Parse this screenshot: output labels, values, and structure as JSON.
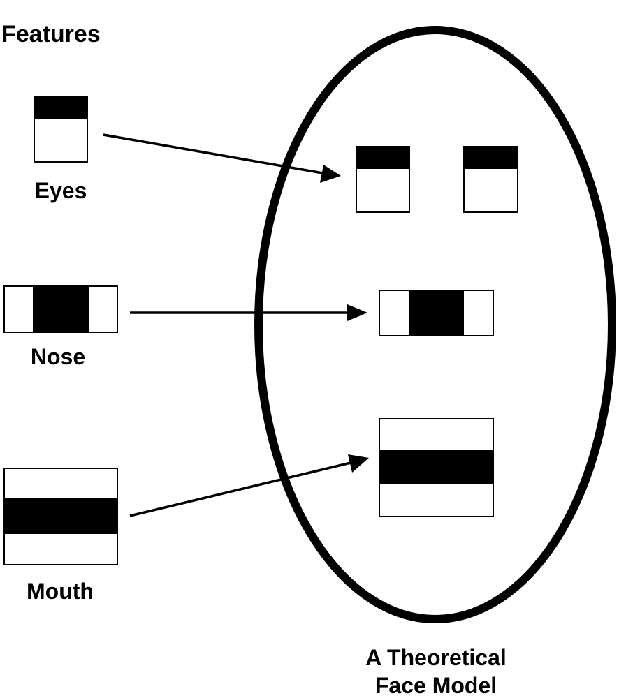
{
  "colors": {
    "ink": "#000000",
    "paper": "#ffffff"
  },
  "heading": "Features",
  "features": [
    {
      "key": "eyes",
      "label": "Eyes"
    },
    {
      "key": "nose",
      "label": "Nose"
    },
    {
      "key": "mouth",
      "label": "Mouth"
    }
  ],
  "model": {
    "caption_line1": "A Theoretical",
    "caption_line2": "Face Model"
  }
}
